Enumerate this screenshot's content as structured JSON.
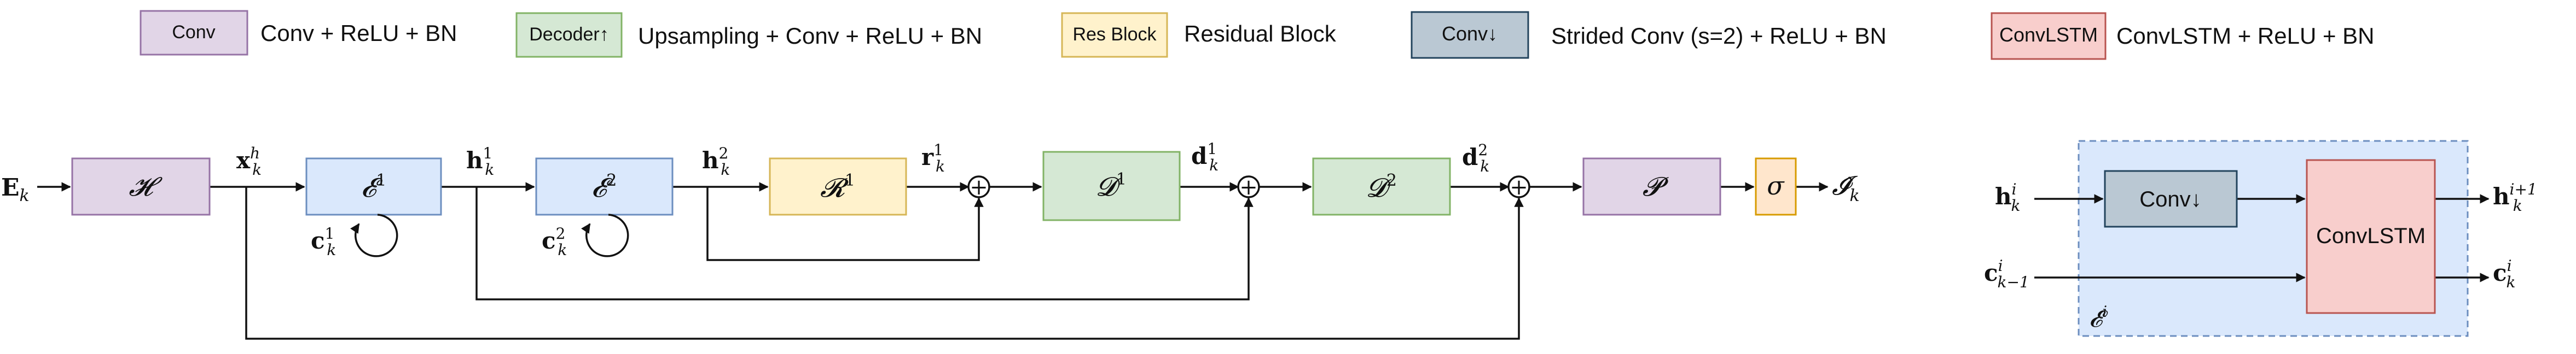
{
  "colors": {
    "conv_fill": "#e1d5e7",
    "conv_stroke": "#9673a6",
    "decoder_fill": "#d5e8d4",
    "decoder_stroke": "#82b366",
    "res_fill": "#fff2cc",
    "res_stroke": "#d6b656",
    "convdown_fill": "#bac8d3",
    "convdown_stroke": "#23445d",
    "lstm_fill": "#f8cecc",
    "lstm_stroke": "#b85450",
    "enc_fill": "#dae8fc",
    "enc_stroke": "#6c8ebf",
    "sigma_fill": "#ffe6cc",
    "sigma_stroke": "#d79b00"
  },
  "legend": [
    {
      "key": "conv",
      "box_label": "Conv",
      "description": "Conv + ReLU + BN"
    },
    {
      "key": "decoder",
      "box_label": "Decoder↑",
      "description": "Upsampling + Conv + ReLU + BN"
    },
    {
      "key": "res",
      "box_label": "Res Block",
      "description": "Residual Block"
    },
    {
      "key": "convdown",
      "box_label": "Conv↓",
      "description": "Strided Conv (s=2) + ReLU + BN"
    },
    {
      "key": "lstm",
      "box_label": "ConvLSTM",
      "description": "ConvLSTM + ReLU + BN"
    }
  ],
  "pipeline": {
    "input": {
      "base": "E",
      "sub": "k"
    },
    "H": "𝓗",
    "xh": {
      "base": "x",
      "sup": "h",
      "sub": "k"
    },
    "E1": {
      "base": "𝓔",
      "sup": "1"
    },
    "c1": {
      "base": "c",
      "sup": "1",
      "sub": "k"
    },
    "h1": {
      "base": "h",
      "sup": "1",
      "sub": "k"
    },
    "E2": {
      "base": "𝓔",
      "sup": "2"
    },
    "c2": {
      "base": "c",
      "sup": "2",
      "sub": "k"
    },
    "h2": {
      "base": "h",
      "sup": "2",
      "sub": "k"
    },
    "R1": {
      "base": "𝓡",
      "sup": "1"
    },
    "r1": {
      "base": "r",
      "sup": "1",
      "sub": "k"
    },
    "D1": {
      "base": "𝓓",
      "sup": "1"
    },
    "d1": {
      "base": "d",
      "sup": "1",
      "sub": "k"
    },
    "D2": {
      "base": "𝓓",
      "sup": "2"
    },
    "d2": {
      "base": "d",
      "sup": "2",
      "sub": "k"
    },
    "P": "𝓟",
    "sigma": "σ",
    "output": {
      "base": "𝓘̂",
      "sub": "k"
    },
    "plus": "+"
  },
  "encoder_detail": {
    "h_in": {
      "base": "h",
      "sup": "i",
      "sub": "k"
    },
    "c_in": {
      "base": "c",
      "sup": "i",
      "sub": "k−1"
    },
    "convdown_label": "Conv↓",
    "lstm_label": "ConvLSTM",
    "h_out": {
      "base": "h",
      "sup": "i+1",
      "sub": "k"
    },
    "c_out": {
      "base": "c",
      "sup": "i",
      "sub": "k"
    },
    "group_label": {
      "base": "𝓔",
      "sup": "i"
    }
  }
}
